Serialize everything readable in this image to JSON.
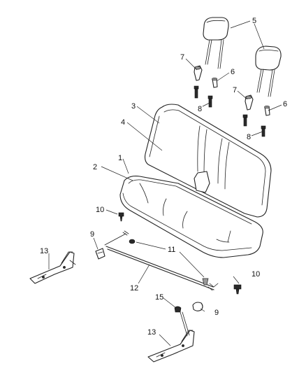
{
  "callouts": {
    "c1": "1",
    "c2": "2",
    "c3": "3",
    "c4": "4",
    "c5": "5",
    "c6a": "6",
    "c6b": "6",
    "c7a": "7",
    "c7b": "7",
    "c8a": "8",
    "c8b": "8",
    "c9a": "9",
    "c9b": "9",
    "c10a": "10",
    "c10b": "10",
    "c11": "11",
    "c12": "12",
    "c13a": "13",
    "c13b": "13",
    "c15": "15"
  },
  "colors": {
    "line": "#222222",
    "fill": "#ffffff",
    "dark": "#2a2a2a"
  }
}
